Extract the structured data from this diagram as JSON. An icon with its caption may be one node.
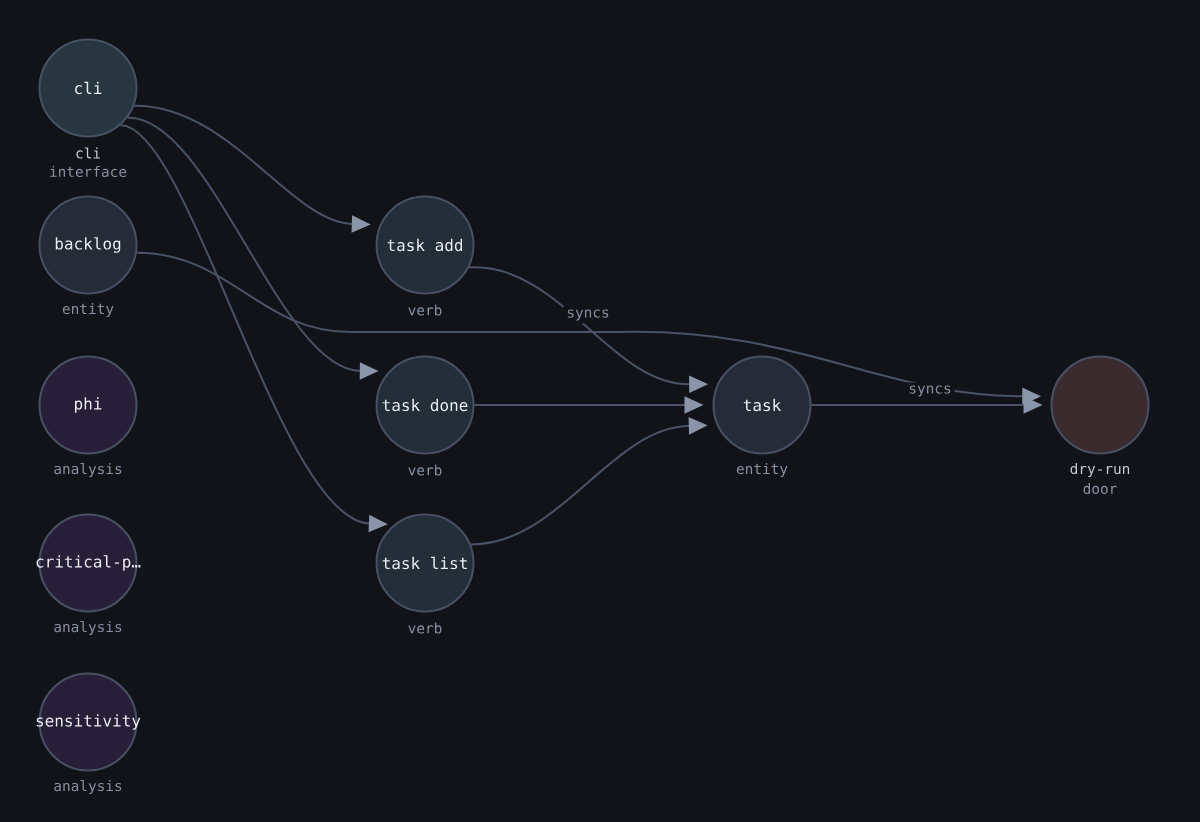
{
  "diagram": {
    "nodes": [
      {
        "text": [
          "cli"
        ],
        "beside": [
          "cli",
          "interface"
        ]
      },
      {
        "text": [
          "backlog"
        ],
        "beside": [
          "entity"
        ]
      },
      {
        "text": [
          "phi"
        ],
        "beside": [
          "analysis"
        ]
      },
      {
        "text": [
          "critical-p…"
        ],
        "beside": [
          "analysis"
        ]
      },
      {
        "text": [
          "sensitivity"
        ],
        "beside": [
          "analysis"
        ]
      },
      {
        "text": [
          "task add"
        ],
        "beside": [
          "verb"
        ]
      },
      {
        "text": [
          "task done"
        ],
        "beside": [
          "verb"
        ]
      },
      {
        "text": [
          "task list"
        ],
        "beside": [
          "verb"
        ]
      },
      {
        "text": [
          "task"
        ],
        "beside": [
          "entity"
        ]
      },
      {
        "text": [],
        "shape": "circle",
        "beside": [
          "dry-run",
          "door"
        ]
      }
    ],
    "edges": [
      {
        "from": 0,
        "to": 5,
        "arrow": "to"
      },
      {
        "from": 0,
        "to": 6,
        "arrow": "to"
      },
      {
        "from": 0,
        "to": 7,
        "arrow": "to"
      },
      {
        "from": 1,
        "to": 9,
        "arrow": "to",
        "label": "syncs"
      },
      {
        "from": 5,
        "to": 8,
        "arrow": "to"
      },
      {
        "from": 6,
        "to": 8,
        "arrow": "to"
      },
      {
        "from": 7,
        "to": 8,
        "arrow": "to"
      },
      {
        "from": 8,
        "to": 9,
        "arrow": "to",
        "label": "syncs"
      }
    ]
  }
}
